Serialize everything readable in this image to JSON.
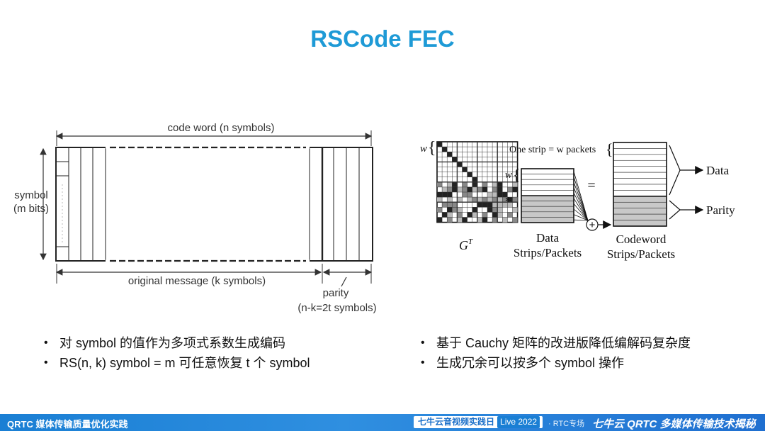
{
  "title": "RSCode FEC",
  "left_diagram": {
    "codeword_label": "code word (n symbols)",
    "symbol_label_line1": "symbol",
    "symbol_label_line2": "(m bits)",
    "message_label": "original message (k symbols)",
    "parity_label_line1": "parity",
    "parity_label_line2": "(n-k=2t symbols)"
  },
  "right_diagram": {
    "w_label": "w",
    "strip_label": "One strip = w packets",
    "star": "*",
    "equals": "=",
    "plus": "+",
    "g_label": "G",
    "g_sup": "T",
    "data_label_line1": "Data",
    "data_label_line2": "Strips/Packets",
    "codeword_label_line1": "Codeword",
    "codeword_label_line2": "Strips/Packets",
    "out_data": "Data",
    "out_parity": "Parity"
  },
  "bullets_left": [
    "对 symbol 的值作为多项式系数生成编码",
    "RS(n, k) symbol = m 可任意恢复 t 个 symbol"
  ],
  "bullets_right": [
    "基于 Cauchy 矩阵的改进版降低编解码复杂度",
    "生成冗余可以按多个 symbol 操作"
  ],
  "footer": {
    "left_text": "QRTC 媒体传输质量优化实践",
    "event_text": "七牛云音视频实践日",
    "event_live": "Live 2022",
    "track_text": "· RTC专场",
    "brand_text": "七牛云 QRTC 多媒体传输技术揭秘"
  }
}
